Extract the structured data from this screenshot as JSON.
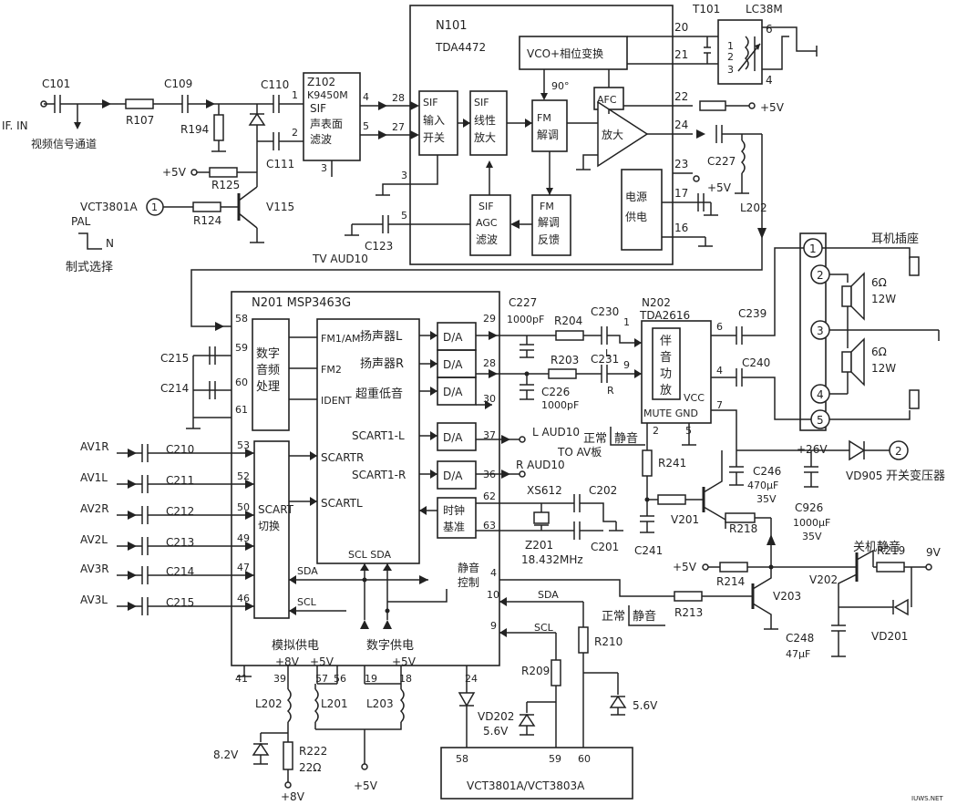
{
  "inputs": {
    "if_in": "IF. IN",
    "video_channel": "视频信号通道",
    "vct_pin": "VCT3801A",
    "pin1": "1",
    "pal": "PAL",
    "n": "N",
    "system_select": "制式选择",
    "plus5v": "+5V"
  },
  "parts": {
    "c101": "C101",
    "c109": "C109",
    "r107": "R107",
    "r194": "R194",
    "c110": "C110",
    "c111": "C111",
    "r125": "R125",
    "r124": "R124",
    "v115": "V115",
    "c123": "C123",
    "tv_audio": "TV AUD10"
  },
  "z102": {
    "id": "Z102",
    "part": "K9450M",
    "sif": "SIF",
    "line1": "声表面",
    "line2": "滤波",
    "p1": "1",
    "p2": "2",
    "p3": "3",
    "p4": "4",
    "p5": "5"
  },
  "n101": {
    "id": "N101",
    "part": "TDA4472",
    "vco": "VCO+相位变换",
    "deg90": "90°",
    "afc": "AFC",
    "sif_in_1": "SIF",
    "sif_in_2": "输入",
    "sif_in_3": "开关",
    "sif_lin_1": "SIF",
    "sif_lin_2": "线性",
    "sif_lin_3": "放大",
    "fm_1": "FM",
    "fm_2": "解调",
    "amp": "放大",
    "agc_1": "SIF",
    "agc_2": "AGC",
    "agc_3": "滤波",
    "fmfb_1": "FM",
    "fmfb_2": "解调",
    "fmfb_3": "反馈",
    "pwr_1": "电源",
    "pwr_2": "供电",
    "p28": "28",
    "p27": "27",
    "p3": "3",
    "p5": "5",
    "p20": "20",
    "p21": "21",
    "p22": "22",
    "p24": "24",
    "p23": "23",
    "p17": "17",
    "p16": "16"
  },
  "t101": {
    "id": "T101",
    "part": "LC38M",
    "p1": "1",
    "p2": "2",
    "p3": "3",
    "p4": "4",
    "p6": "6",
    "plus5v_a": "+5V",
    "c227_top": "C227",
    "plus5v_b": "+5V",
    "l202_top": "L202"
  },
  "n201": {
    "id": "N201 MSP3463G",
    "dsp_1": "数字",
    "dsp_2": "音频",
    "dsp_3": "处理",
    "fm1": "FM1/AM",
    "fm2": "FM2",
    "ident": "IDENT",
    "spk_l": "扬声器L",
    "spk_r": "扬声器R",
    "bass": "超重低音",
    "scart1l": "SCART1-L",
    "scart1r": "SCART1-R",
    "scartr": "SCARTR",
    "scartl": "SCARTL",
    "scart_sw_1": "SCART",
    "scart_sw_2": "切换",
    "da": "D/A",
    "clock_1": "时钟",
    "clock_2": "基准",
    "scl_sda": "SCL SDA",
    "sda": "SDA",
    "scl": "SCL",
    "mute_1": "静音",
    "mute_2": "控制",
    "analog": "模拟供电",
    "digital": "数字供电",
    "p58": "58",
    "p59": "59",
    "p60": "60",
    "p61": "61",
    "p53": "53",
    "p52": "52",
    "p50": "50",
    "p49": "49",
    "p47": "47",
    "p46": "46",
    "p29": "29",
    "p28": "28",
    "p30": "30",
    "p37": "37",
    "p36": "36",
    "p62": "62",
    "p63": "63",
    "p4": "4",
    "p10": "10",
    "p9": "9",
    "p41": "41",
    "p39": "39",
    "p57": "57",
    "p56": "56",
    "p19": "19",
    "p18": "18",
    "p24": "24"
  },
  "dsp_caps": {
    "c215": "C215",
    "c214": "C214"
  },
  "av_inputs": [
    {
      "label": "AV1R",
      "cap": "C210"
    },
    {
      "label": "AV1L",
      "cap": "C211"
    },
    {
      "label": "AV2R",
      "cap": "C212"
    },
    {
      "label": "AV2L",
      "cap": "C213"
    },
    {
      "label": "AV3R",
      "cap": "C214"
    },
    {
      "label": "AV3L",
      "cap": "C215"
    }
  ],
  "output_stage": {
    "c227": "C227",
    "c227_val": "1000pF",
    "r204": "R204",
    "c230": "C230",
    "r203": "R203",
    "c231": "C231",
    "c226": "C226",
    "c226_val": "1000pF",
    "l": "L",
    "r": "R",
    "one": "1",
    "nine": "9",
    "l_audio": "L AUD10",
    "r_audio": "R AUD10",
    "normal": "正常",
    "mute": "静音",
    "to_av": "TO AV板",
    "xs612": "XS612",
    "c202": "C202",
    "z201": "Z201",
    "c201": "C201",
    "xtal": "18.432MHz",
    "sda": "SDA",
    "scl": "SCL",
    "r209": "R209",
    "r210": "R210",
    "vd202": "VD202",
    "vd202_val": "5.6V",
    "z56": "5.6V"
  },
  "n202": {
    "id": "N202",
    "part": "TDA2616",
    "amp_1": "伴",
    "amp_2": "音",
    "amp_3": "功",
    "amp_4": "放",
    "mute_gnd": "MUTE GND",
    "vcc": "VCC",
    "p1": "1",
    "p9": "9",
    "p6": "6",
    "p4": "4",
    "p7": "7",
    "p2": "2",
    "p5": "5",
    "c239": "C239",
    "c240": "C240"
  },
  "speakers": {
    "headphone": "耳机插座",
    "ohm": "6Ω",
    "watt": "12W",
    "j1": "1",
    "j2": "2",
    "j3": "3",
    "j4": "4",
    "j5": "5"
  },
  "power_mute": {
    "plus26": "+26V",
    "vd905": "VD905",
    "switch_tf": "开关变压器",
    "pin2": "2",
    "r241": "R241",
    "c246": "C246",
    "c246_val": "470μF",
    "c246_v": "35V",
    "c926": "C926",
    "c926_val": "1000μF",
    "c926_v": "35V",
    "c241": "C241",
    "v201": "V201",
    "r218": "R218",
    "shutdown_mute": "关机静音",
    "plus5v": "+5V",
    "r214": "R214",
    "v202": "V202",
    "r219": "R219",
    "v9": "9V",
    "r213": "R213",
    "v203": "V203",
    "normal": "正常",
    "mute": "静音",
    "c248": "C248",
    "c248_val": "47μF",
    "vd201": "VD201"
  },
  "supply": {
    "plus8v_top": "+8V",
    "plus5v_top_a": "+5V",
    "plus5v_top_b": "+5V",
    "l202": "L202",
    "l201": "L201",
    "l203": "L203",
    "z82": "8.2V",
    "r222": "R222",
    "r222_val": "22Ω",
    "plus8v": "+8V",
    "plus5v": "+5V"
  },
  "vct": {
    "id": "VCT3801A/VCT3803A",
    "p58": "58",
    "p59": "59",
    "p60": "60"
  },
  "watermark": "IUWS.NET"
}
